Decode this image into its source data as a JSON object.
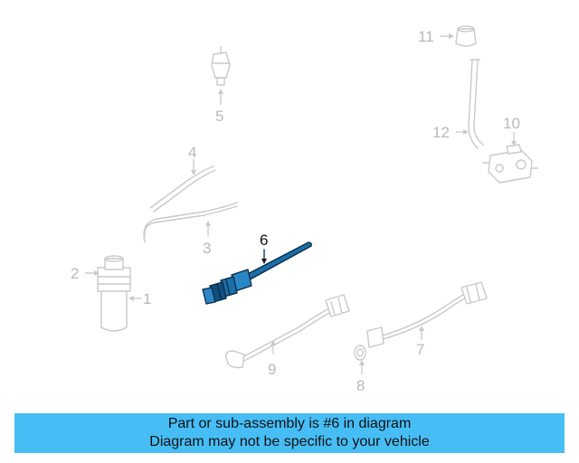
{
  "diagram": {
    "callouts": {
      "c1": "1",
      "c2": "2",
      "c3": "3",
      "c4": "4",
      "c5": "5",
      "c6": "6",
      "c7": "7",
      "c8": "8",
      "c9": "9",
      "c10": "10",
      "c11": "11",
      "c12": "12"
    },
    "highlighted_part": "6",
    "colors": {
      "highlight_part": "#1a6fa8",
      "ghost_parts": "#c9c9c9",
      "banner_background": "#47bdf5"
    }
  },
  "banner": {
    "line1": "Part or sub-assembly is #6 in diagram",
    "line2": "Diagram may not be specific to your vehicle"
  }
}
